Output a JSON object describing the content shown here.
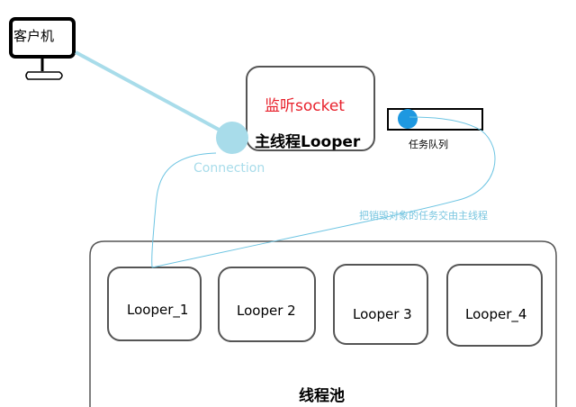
{
  "client": {
    "label": "客户机"
  },
  "main_thread": {
    "listen_label": "监听socket",
    "title": "主线程Looper"
  },
  "connection": {
    "label": "Connection"
  },
  "task_queue": {
    "label": "任务队列"
  },
  "handoff": {
    "label": "把销毁对象的任务交由主线程"
  },
  "thread_pool": {
    "label": "线程池",
    "loopers": [
      "Looper_1",
      "Looper 2",
      "Looper 3",
      "Looper_4"
    ]
  },
  "colors": {
    "outline": "#555555",
    "cable": "#a8dcea",
    "connection_node": "#a8dcea",
    "queue_node": "#1e98e0",
    "link_line": "#6cc4e2",
    "listen_text": "#e8212c",
    "handoff_text": "#79c6e0"
  }
}
